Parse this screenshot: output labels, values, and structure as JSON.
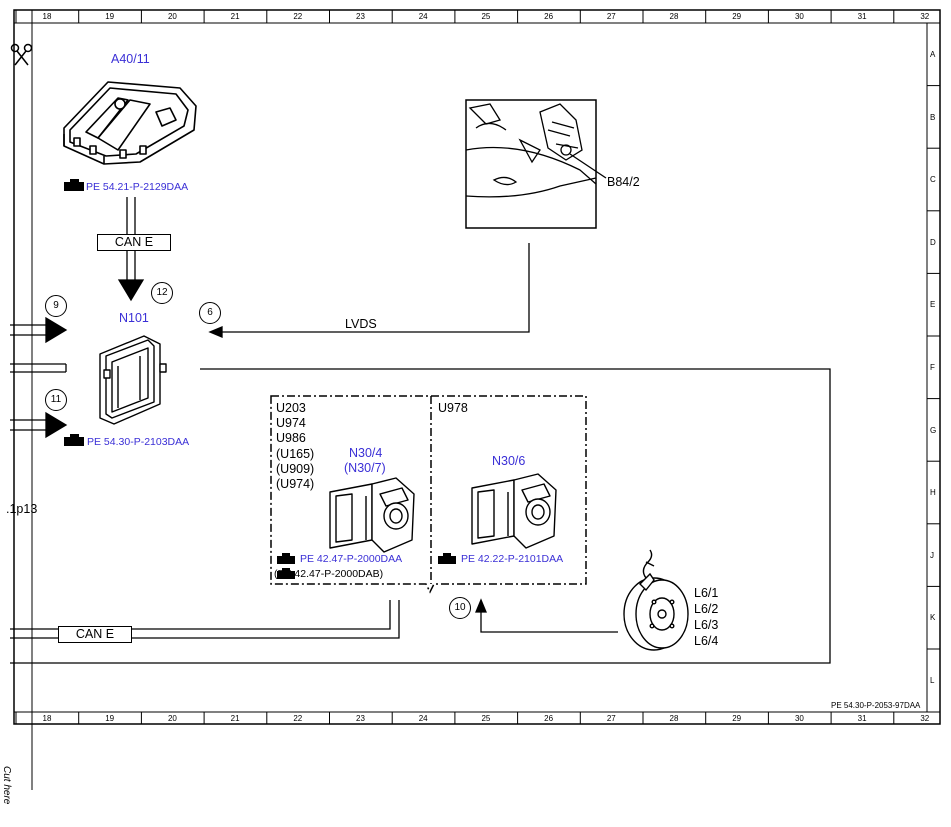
{
  "ruler": {
    "columns": [
      "18",
      "19",
      "20",
      "21",
      "22",
      "23",
      "24",
      "25",
      "26",
      "27",
      "28",
      "29",
      "30",
      "31",
      "32"
    ],
    "rows": [
      "A",
      "B",
      "C",
      "D",
      "E",
      "F",
      "G",
      "H",
      "J",
      "K",
      "L"
    ]
  },
  "components": {
    "a40_11": {
      "label": "A40/11",
      "ref": "PE 54.21-P-2129DAA"
    },
    "b84_2": {
      "label": "B84/2"
    },
    "n101": {
      "label": "N101",
      "ref": "PE 54.30-P-2103DAA"
    },
    "n30_4": {
      "label": "N30/4",
      "label_alt": "(N30/7)",
      "ref": "PE 42.47-P-2000DAA",
      "ref_alt": "(PE 42.47-P-2000DAB)"
    },
    "n30_6": {
      "label": "N30/6",
      "ref": "PE 42.22-P-2101DAA"
    },
    "l6": {
      "labels": [
        "L6/1",
        "L6/2",
        "L6/3",
        "L6/4"
      ]
    }
  },
  "codes": {
    "left": [
      "U203",
      "U974",
      "U986",
      "(U165)",
      "(U909)",
      "(U974)"
    ],
    "right": "U978"
  },
  "buses": {
    "can_top": "CAN E",
    "can_bottom": "CAN E",
    "lvds": "LVDS"
  },
  "markers": {
    "m6": "6",
    "m9": "9",
    "m10": "10",
    "m11": "11",
    "m12": "12"
  },
  "side_ref": ".1p13",
  "doc_ref": "PE 54.30-P-2053-97DAA",
  "cut_text": "Cut here",
  "colors": {
    "blue": "#3a2fd6",
    "line": "#000000"
  }
}
